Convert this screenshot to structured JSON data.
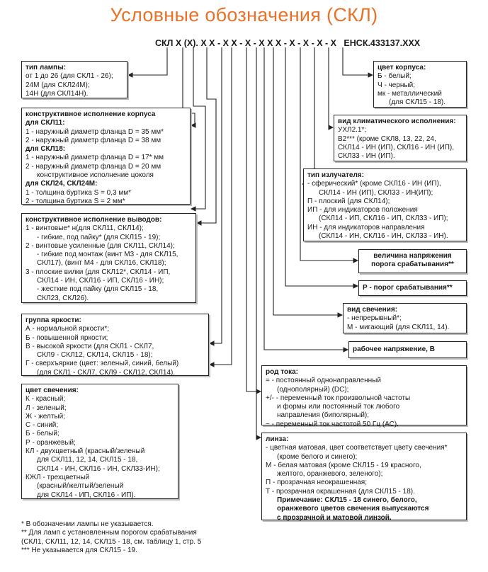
{
  "title": "Условные обозначения (СКЛ)",
  "code": "СКЛ Х (Х). Х Х - Х Х - Х - Х Х Х - Х - Х - Х - Х   ЕНСК.433137.ХХХ",
  "lamp_type": {
    "heading": "тип лампы:",
    "lines": [
      "от 1 до 26 (для СКЛ1 - 26);",
      "24М (для СКЛ24М);",
      "14Н (для СКЛ14Н)."
    ]
  },
  "housing": {
    "heading": "конструктивное исполнение корпуса",
    "lines": [
      {
        "t": "для СКЛ11:",
        "b": true
      },
      {
        "t": "1 - наружный диаметр фланца D = 35 мм*"
      },
      {
        "t": "2 - наружный диаметр фланца D = 38 мм"
      },
      {
        "t": "для СКЛ18:",
        "b": true
      },
      {
        "t": "1 - наружный диаметр фланца D = 17* мм"
      },
      {
        "t": "2 - наружный диаметр фланца D = 20 мм"
      },
      {
        "t": "конструктивное исполнение цоколя",
        "i": true
      },
      {
        "t": "для СКЛ24, СКЛ24М:",
        "b": true
      },
      {
        "t": "1 - толщина буртика S = 0,3 мм*"
      },
      {
        "t": "2 - толщина буртика S = 2 мм*"
      }
    ]
  },
  "leads": {
    "heading": "конструктивное исполнение выводов:",
    "lines": [
      {
        "t": "1 - винтовые* н(для СКЛ11, СКЛ14);"
      },
      {
        "t": "- гибкие, под пайку* (для СКЛ15 - 19);",
        "i": true
      },
      {
        "t": "2 - винтовые усиленные (для СКЛ11, СКЛ14);"
      },
      {
        "t": "- гибкие под монтаж (винт М3 - для СКЛ15,",
        "i": true
      },
      {
        "t": "СКЛ17), (винт М4 - для СКЛ16, СКЛ18);",
        "i": true
      },
      {
        "t": "3 - плоские вилки (для СКЛ12*, СКЛ14 - ИП,"
      },
      {
        "t": "СКЛ14 - ИН, СКЛ16 - ИП, СКЛ16 - ИН);",
        "i": true
      },
      {
        "t": "- жесткие под пайку (для СКЛ15 - 18,",
        "i": true
      },
      {
        "t": "СКЛ23, СКЛ26).",
        "i": true
      }
    ]
  },
  "brightness": {
    "heading": "группа яркости:",
    "lines": [
      {
        "t": "А - нормальной яркости*;"
      },
      {
        "t": "Б - повышенной яркости;"
      },
      {
        "t": "В - высокой яркости (для СКЛ1 - СКЛ7,"
      },
      {
        "t": "СКЛ9 - СКЛ12, СКЛ14, СКЛ15 - 18);",
        "i": true
      },
      {
        "t": "Г - сверхъяркие (цвет: зеленый, синий, белый)"
      },
      {
        "t": "(для СКЛ1 - СКЛ7, СКЛ9 - СКЛ12, СКЛ14).",
        "i": true
      }
    ]
  },
  "glow_color": {
    "heading": "цвет свечения:",
    "lines": [
      {
        "t": "К - красный;"
      },
      {
        "t": "Л - зеленый;"
      },
      {
        "t": "Ж - желтый;"
      },
      {
        "t": "С - синий;"
      },
      {
        "t": "Б - белый;"
      },
      {
        "t": "Р - оранжевый;"
      },
      {
        "t": "КЛ - двухцветный (красный/зеленый"
      },
      {
        "t": "для СКЛ11, 12, 14, СКЛ15 - 18,",
        "i": true
      },
      {
        "t": "СКЛ14 - ИН, СКЛ16 - ИН, СКЛ33-ИН);",
        "i": true
      },
      {
        "t": "КЖЛ - трехцветный"
      },
      {
        "t": "(красный/желтый/зеленый",
        "i": true
      },
      {
        "t": "для СКЛ14 - ИП, СКЛ16 - ИП).",
        "i": true
      }
    ]
  },
  "body_color": {
    "heading": "цвет корпуса:",
    "lines": [
      {
        "t": "Б - белый;"
      },
      {
        "t": "Ч - черный;"
      },
      {
        "t": "мк - металлический"
      },
      {
        "t": "(для СКЛ15 - 18).",
        "i": true
      }
    ]
  },
  "climate": {
    "heading": "вид климатического исполнения:",
    "lines": [
      {
        "t": "УХЛ2.1*;"
      },
      {
        "t": "В2*** (кроме СКЛ8, 13, 22, 24,"
      },
      {
        "t": "СКЛ14 - ИН (ИП), СКЛ16 - ИН (ИП),"
      },
      {
        "t": "СКЛ33 - ИН (ИП)."
      }
    ]
  },
  "emitter": {
    "heading": "тип излучателя:",
    "lines": [
      {
        "t": "- сферический* (кроме СКЛ16 - ИН (ИП),"
      },
      {
        "t": "СКЛ14 - ИН (ИП), СКЛ33 - ИН(ИП);",
        "i": true
      },
      {
        "t": "П - плоский (для СКЛ14);"
      },
      {
        "t": "ИП - для индикаторов положения"
      },
      {
        "t": "(СКЛ14 - ИП, СКЛ16 - ИП, СКЛ33 - ИП);",
        "i": true
      },
      {
        "t": "ИН - для индикаторов направления"
      },
      {
        "t": "(СКЛ14 - ИН, СКЛ16 - ИН, СКЛ33 - ИН).",
        "i": true
      }
    ]
  },
  "threshold_voltage": {
    "lines": [
      "величина напряжения",
      "порога срабатывания**"
    ]
  },
  "threshold": {
    "lines": [
      "Р - порог срабатывания**"
    ]
  },
  "glow_type": {
    "heading": "вид свечения:",
    "lines": [
      {
        "t": "- непрерывный*;"
      },
      {
        "t": "М - мигающий (для СКЛ11, 14)."
      }
    ]
  },
  "voltage": {
    "lines": [
      "рабочее напряжение, В"
    ]
  },
  "current": {
    "heading": "род тока:",
    "lines": [
      {
        "t": "= - постоянный однонаправленный"
      },
      {
        "t": "(однополярный) (DC);",
        "i": true
      },
      {
        "t": "+/- - переменный ток произвольной частоты"
      },
      {
        "t": "и формы или постоянный ток любого",
        "i": true
      },
      {
        "t": "направления (биполярный);",
        "i": true
      },
      {
        "t": "~ - переменный ток частотой 50 Гц (АС)."
      }
    ]
  },
  "lens": {
    "heading": "линза:",
    "lines": [
      {
        "t": "- цветная матовая, цвет соответствует цвету свечения*"
      },
      {
        "t": "(кроме белого и синего);",
        "i": true
      },
      {
        "t": "М - белая матовая (кроме СКЛ15 - 19 красного,"
      },
      {
        "t": "желтого, оранжевого, зеленого);",
        "i": true
      },
      {
        "t": "П - прозрачная неокрашенная;"
      },
      {
        "t": "Т - прозрачная окрашенная (для СКЛ15 - 18)."
      },
      {
        "t": "Примечание: СКЛ15 - 18 синего, белого,",
        "b": true,
        "i": true
      },
      {
        "t": "оранжевого цветов свечения выпускаются",
        "b": true,
        "i": true
      },
      {
        "t": "с прозрачной и матовой линзой.",
        "b": true,
        "i": true
      }
    ]
  },
  "notes": [
    "*     В обозначении лампы не указывается.",
    "**   Для ламп с установленным порогом срабатывания",
    "       (СКЛ1, СКЛ11, 12, 14, СКЛ15 - 18, см. таблицу 1, стр. 5",
    "*** Не указывается для СКЛ15 - 19."
  ]
}
